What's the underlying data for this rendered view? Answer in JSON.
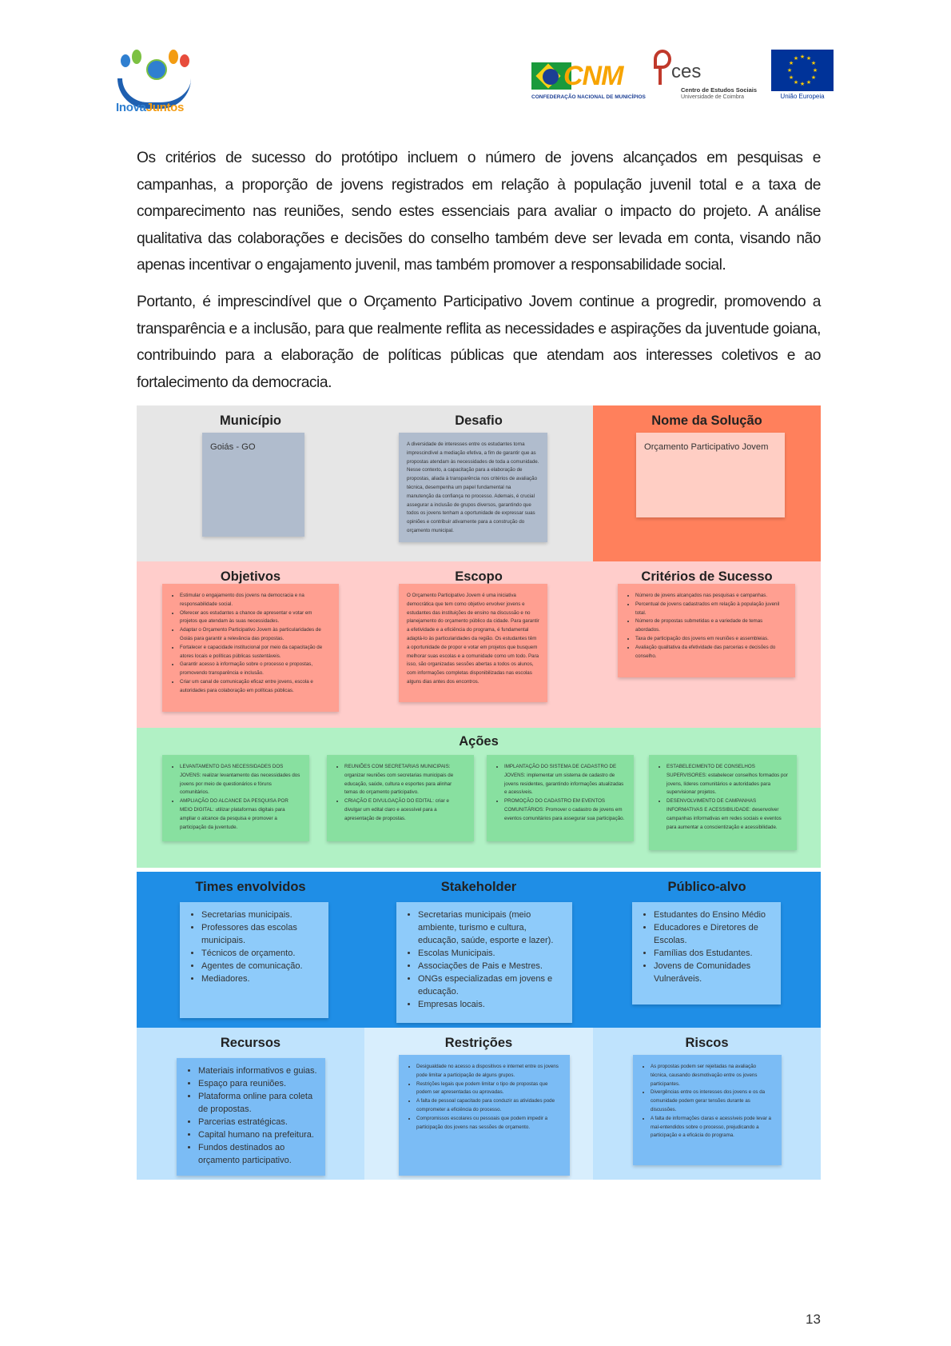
{
  "header": {
    "logo_inova": {
      "word1": "Inova",
      "word2": "Juntos"
    },
    "logo_cnm": {
      "text": "CNM",
      "subtitle": "CONFEDERAÇÃO NACIONAL DE MUNICÍPIOS"
    },
    "logo_ces": {
      "text": "ces",
      "line1": "Centro de Estudos Sociais",
      "line2": "Universidade de Coimbra"
    },
    "logo_eu": {
      "caption": "União Europeia"
    }
  },
  "body": {
    "paragraph1": "Os critérios de sucesso do protótipo incluem o número de jovens alcançados em pesquisas e campanhas, a proporção de jovens registrados em relação à população juvenil total e a taxa de comparecimento nas reuniões, sendo estes essenciais para avaliar o impacto do projeto. A análise qualitativa das colaborações e decisões do conselho também deve ser levada em conta, visando não apenas incentivar o engajamento juvenil, mas também promover a responsabilidade social.",
    "paragraph2": "Portanto, é imprescindível que o Orçamento Participativo Jovem continue a progredir, promovendo a transparência e a inclusão, para que realmente reflita as necessidades e aspirações da juventude goiana, contribuindo para a elaboração de políticas públicas que atendam aos interesses coletivos e ao fortalecimento da democracia."
  },
  "canvas": {
    "municipio": {
      "title": "Município",
      "note": "Goiás - GO"
    },
    "desafio": {
      "title": "Desafio",
      "note": "A diversidade de interesses entre os estudantes torna imprescindível a mediação efetiva, a fim de garantir que as propostas atendam às necessidades de toda a comunidade. Nesse contexto, a capacitação para a elaboração de propostas, aliada à transparência nos critérios de avaliação técnica, desempenha um papel fundamental na manutenção da confiança no processo. Ademais, é crucial assegurar a inclusão de grupos diversos, garantindo que todos os jovens tenham a oportunidade de expressar suas opiniões e contribuir ativamente para a construção do orçamento municipal."
    },
    "nome_solucao": {
      "title": "Nome da Solução",
      "note": "Orçamento Participativo Jovem"
    },
    "objetivos": {
      "title": "Objetivos",
      "items": [
        "Estimular o engajamento dos jovens na democracia e na responsabilidade social.",
        "Oferecer aos estudantes a chance de apresentar e votar em projetos que atendam às suas necessidades.",
        "Adaptar o Orçamento Participativo Jovem às particularidades de Goiás para garantir a relevância das propostas.",
        "Fortalecer e capacidade institucional por meio da capacitação de atores locais e políticas públicas sustentáveis.",
        "Garantir acesso à informação sobre o processo e propostas, promovendo transparência e inclusão.",
        "Criar um canal de comunicação eficaz entre jovens, escola e autoridades para colaboração em políticas públicas."
      ]
    },
    "escopo": {
      "title": "Escopo",
      "note": "O Orçamento Participativo Jovem é uma iniciativa democrática que tem como objetivo envolver jovens e estudantes das instituições de ensino na discussão e no planejamento do orçamento público da cidade. Para garantir a efetividade e a eficiência do programa, é fundamental adaptá-lo às particularidades da região. Os estudantes têm a oportunidade de propor e votar em projetos que busquem melhorar suas escolas e a comunidade como um todo. Para isso, são organizadas sessões abertas a todos os alunos, com informações completas disponibilizadas nas escolas alguns dias antes dos encontros."
    },
    "criterios": {
      "title": "Critérios de Sucesso",
      "items": [
        "Número de jovens alcançados nas pesquisas e campanhas.",
        "Percentual de jovens cadastrados em relação à população juvenil total.",
        "Número de propostas submetidas e a variedade de temas abordados.",
        "Taxa de participação dos jovens em reuniões e assembleias.",
        "Avaliação qualitativa da efetividade das parcerias e decisões do conselho."
      ]
    },
    "acoes": {
      "title": "Ações",
      "notes": [
        [
          "LEVANTAMENTO DAS NECESSIDADES DOS JOVENS: realizar levantamento das necessidades dos jovens por meio de questionários e fóruns comunitários.",
          "AMPLIAÇÃO DO ALCANCE DA PESQUISA POR MEIO DIGITAL: utilizar plataformas digitais para ampliar o alcance da pesquisa e promover a participação da juventude."
        ],
        [
          "REUNIÕES COM SECRETARIAS MUNICIPAIS: organizar reuniões com secretarias municipais de educação, saúde, cultura e esportes para alinhar temas do orçamento participativo.",
          "CRIAÇÃO E DIVULGAÇÃO DO EDITAL: criar e divulgar um edital claro e acessível para a apresentação de propostas."
        ],
        [
          "IMPLANTAÇÃO DO SISTEMA DE CADASTRO DE JOVENS: implementar um sistema de cadastro de jovens residentes, garantindo informações atualizadas e acessíveis.",
          "PROMOÇÃO DO CADASTRO EM EVENTOS COMUNITÁRIOS: Promover o cadastro de jovens em eventos comunitários para assegurar sua participação."
        ],
        [
          "ESTABELECIMENTO DE CONSELHOS SUPERVISORES: estabelecer conselhos formados por jovens, líderes comunitários e autoridades para supervisionar projetos.",
          "DESENVOLVIMENTO DE CAMPANHAS INFORMATIVAS E ACESSIBILIDADE: desenvolver campanhas informativas em redes sociais e eventos para aumentar a conscientização e acessibilidade."
        ]
      ]
    },
    "times": {
      "title": "Times envolvidos",
      "items": [
        "Secretarias municipais.",
        "Professores das escolas municipais.",
        "Técnicos de orçamento.",
        "Agentes de comunicação.",
        "Mediadores."
      ]
    },
    "stakeholder": {
      "title": "Stakeholder",
      "items": [
        "Secretarias municipais (meio ambiente, turismo e cultura, educação, saúde, esporte e lazer).",
        "Escolas Municipais.",
        "Associações de Pais e Mestres.",
        "ONGs especializadas em jovens e educação.",
        "Empresas locais."
      ]
    },
    "publico": {
      "title": "Público-alvo",
      "items": [
        "Estudantes do Ensino Médio",
        "Educadores e Diretores de Escolas.",
        "Famílias dos Estudantes.",
        "Jovens de Comunidades Vulneráveis."
      ]
    },
    "recursos": {
      "title": "Recursos",
      "items": [
        "Materiais informativos e guias.",
        "Espaço para reuniões.",
        "Plataforma online para coleta de propostas.",
        "Parcerias estratégicas.",
        "Capital humano na prefeitura.",
        "Fundos destinados ao orçamento participativo."
      ]
    },
    "restricoes": {
      "title": "Restrições",
      "items": [
        "Desigualdade no acesso a dispositivos e internet entre os jovens pode limitar a participação de alguns grupos.",
        "Restrições legais que podem limitar o tipo de propostas que podem ser apresentadas ou aprovadas.",
        "A falta de pessoal capacitado para conduzir as atividades pode comprometer a eficiência do processo.",
        "Compromissos escolares ou pessoais que podem impedir a participação dos jovens nas sessões de orçamento."
      ]
    },
    "riscos": {
      "title": "Riscos",
      "items": [
        "As propostas podem ser rejeitadas na avaliação técnica, causando desmotivação entre os jovens participantes.",
        "Divergências entre os interesses dos jovens e os da comunidade podem gerar tensões durante as discussões.",
        "A falta de informações claras e acessíveis pode levar a mal-entendidos sobre o processo, prejudicando a participação e a eficácia do programa."
      ]
    }
  },
  "footer": {
    "page_number": "13"
  },
  "colors": {
    "row1_gray": "#e6e6e6",
    "row1_orange": "#ff805c",
    "note_slate": "#b0bccd",
    "note_salmon": "#ffcec4",
    "row2_pink": "#ffcdcb",
    "note_coral": "#ff9f91",
    "row3_green": "#b1f1c5",
    "note_green": "#88e0a0",
    "row4_blue": "#1f8ee6",
    "note_lightblue": "#8ecbfa",
    "row5_paleblue": "#bfe3fd",
    "row5_center": "#d8eefd",
    "note_blue": "#7bbcf5"
  }
}
